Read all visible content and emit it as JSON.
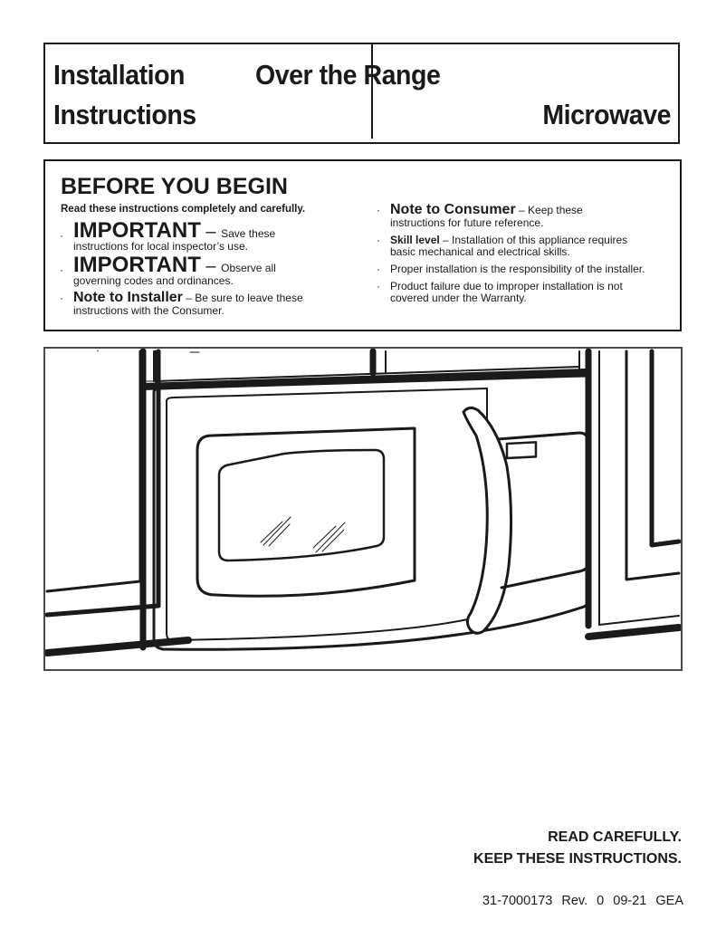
{
  "header": {
    "left_line1": "Installation",
    "left_line2": "Instructions",
    "right_line1": "Over the Range",
    "right_line2": "Microwave"
  },
  "before_you_begin": {
    "title": "BEFORE YOU BEGIN",
    "subtitle": "Read these instructions completely and carefully.",
    "left_items": [
      {
        "bullet": "·",
        "lead": "IMPORTANT",
        "dash": " – ",
        "text_inline": "Save these",
        "text_rest": "instructions for local inspector’s use."
      },
      {
        "bullet": "·",
        "lead": "IMPORTANT",
        "dash": " – ",
        "text_inline": "Observe all",
        "text_rest": "governing codes and ordinances."
      },
      {
        "bullet": "·",
        "lead": "Note to Installer",
        "dash": " – ",
        "text_inline": "Be sure to leave these",
        "text_rest": "instructions with the Consumer."
      }
    ],
    "right_items": [
      {
        "bullet": "·",
        "lead": "Note to Consumer",
        "dash": " – ",
        "text_inline": "Keep these",
        "text_rest": "instructions for future reference."
      },
      {
        "bullet": "·",
        "lead": "Skill level",
        "dash": " – ",
        "text_inline": "Installation of this appliance requires",
        "text_rest": "basic mechanical and electrical skills."
      },
      {
        "bullet": "·",
        "text_inline": "Proper installation is the responsibility of the installer."
      },
      {
        "bullet": "·",
        "text_inline": "Product failure due to improper installation is not",
        "text_rest": "covered under the Warranty."
      }
    ]
  },
  "illustration": {
    "subject": "over-the-range microwave installed between wall cabinets",
    "stroke_color": "#1a1a1a",
    "frame_color": "#4a4a4a"
  },
  "footer": {
    "line1": "READ CAREFULLY.",
    "line2": "KEEP THESE INSTRUCTIONS.",
    "doc_code": "31-7000173",
    "revision": "Rev. 0",
    "date": "09-21",
    "maker": "GEA"
  }
}
